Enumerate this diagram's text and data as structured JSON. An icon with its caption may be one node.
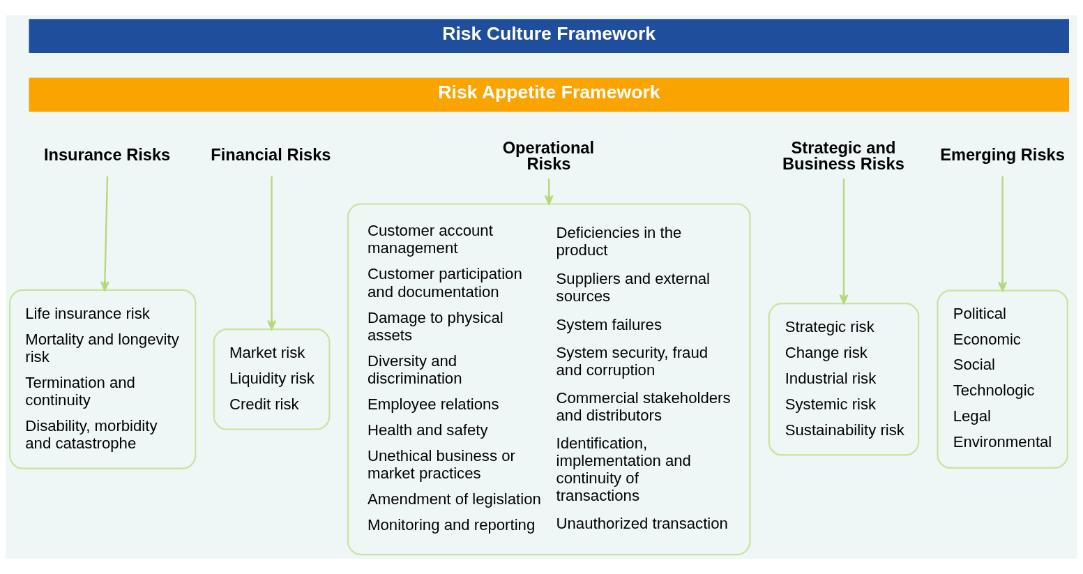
{
  "diagram": {
    "nodes": [
      {
        "text": [
          "Risk Culture Framework"
        ]
      },
      {
        "text": [
          "Risk Appetite Framework"
        ]
      },
      {
        "text": [
          "Insurance Risks"
        ]
      },
      {
        "text": [
          "Life insurance risk",
          "Mortality and longevity risk",
          "Termination and continuity",
          "Disability, morbidity and catastrophe"
        ]
      },
      {
        "text": [
          "Financial Risks"
        ]
      },
      {
        "text": [
          "Market risk",
          "Liquidity risk",
          "Credit risk"
        ]
      },
      {
        "text": [
          "Operational Risks"
        ]
      },
      {
        "text": [
          "Customer account management",
          "Customer participation and documentation",
          "Damage to physical assets",
          "Diversity and discrimination",
          "Employee relations",
          "Health and safety",
          "Unethical business or market practices",
          "Amendment of legislation",
          "Monitoring and reporting",
          "Deficiencies in the product",
          "Suppliers and external sources",
          "System failures",
          "System security, fraud and corruption",
          "Commercial stakeholders and distributors",
          "Identification, implementation and continuity of transactions",
          "Unauthorized transaction"
        ]
      },
      {
        "text": [
          "Strategic and Business Risks"
        ]
      },
      {
        "text": [
          "Strategic risk",
          "Change risk",
          "Industrial risk",
          "Systemic risk",
          "Sustainability risk"
        ]
      },
      {
        "text": [
          "Emerging Risks"
        ]
      },
      {
        "text": [
          "Political",
          "Economic",
          "Social",
          "Technologic",
          "Legal",
          "Environmental"
        ]
      }
    ],
    "edges": [
      {
        "from": 2,
        "to": 3,
        "arrow": "to"
      },
      {
        "from": 4,
        "to": 5,
        "arrow": "to"
      },
      {
        "from": 6,
        "to": 7,
        "arrow": "to"
      },
      {
        "from": 8,
        "to": 9,
        "arrow": "to"
      },
      {
        "from": 10,
        "to": 11,
        "arrow": "to"
      }
    ]
  }
}
